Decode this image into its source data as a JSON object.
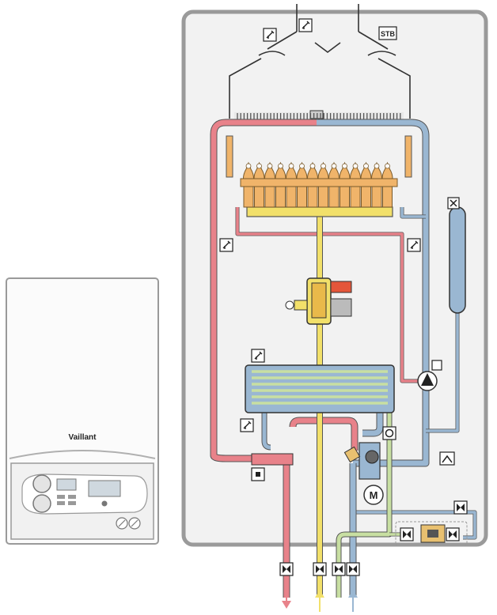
{
  "front_unit": {
    "brand_label": "Vaillant"
  },
  "schematic": {
    "stb_label": "STB",
    "pump_label": "M",
    "icons": [
      "temperature-sensor-icon",
      "overheat-limiter-icon",
      "fan-icon",
      "burner-icon",
      "gas-valve-icon",
      "expansion-vessel-icon",
      "pump-icon",
      "plate-heat-exchanger-icon",
      "diverter-valve-motor-icon",
      "flow-sensor-icon",
      "pressure-relief-valve-icon",
      "shutoff-valve-icon",
      "filling-valve-icon",
      "arrow-down-icon",
      "arrow-up-icon"
    ]
  },
  "colors": {
    "heating_flow": "#e8828a",
    "heating_return": "#9ab7d2",
    "gas": "#f2e06a",
    "cold_water": "#c8dfa2",
    "hot_water": "#e8828a",
    "cabinet_border": "#9a9a9a",
    "cabinet_fill": "#f2f2f2",
    "burner_orange": "#f0b46a"
  }
}
